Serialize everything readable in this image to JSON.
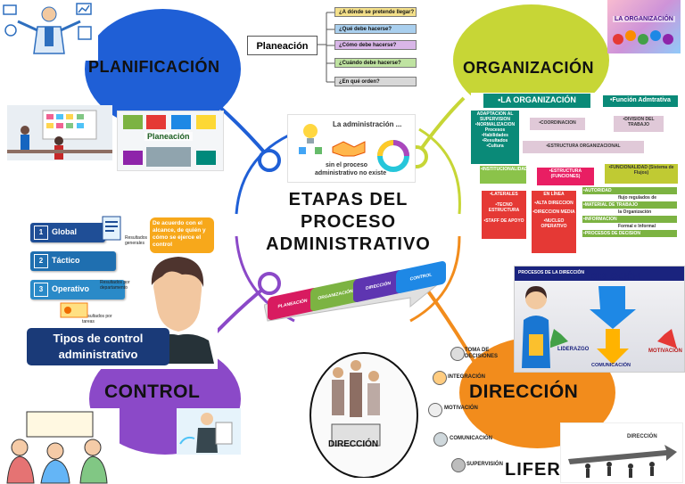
{
  "center": {
    "title_lines": [
      "ETAPAS DEL",
      "PROCESO",
      "ADMINISTRATIVO"
    ],
    "card_title": "La administración ...",
    "card_caption_1": "sin el proceso",
    "card_caption_2": "administrativo no existe"
  },
  "process_steps": [
    "PLANEACIÓN",
    "ORGANIZACIÓN",
    "DIRECCIÓN",
    "CONTROL"
  ],
  "planificacion": {
    "heading": "PLANIFICACIÓN",
    "photo_label": "Planeación"
  },
  "planeacion_tree": {
    "root": "Planeación",
    "questions": [
      "¿A dónde se pretende llegar?",
      "¿Qué debe hacerse?",
      "¿Cómo debe hacerse?",
      "¿Cuándo debe hacerse?",
      "¿En qué orden?"
    ]
  },
  "organizacion": {
    "heading": "ORGANIZACIÓN",
    "badge_text": "LA ORGANIZACIÓN",
    "top_left": "•LA ORGANIZACIÓN",
    "top_right": "•Función Admtrativa",
    "left_list": [
      "ADAPTACION AL",
      "SUPERVISION",
      "•NORMALIZACION",
      "Procesos",
      "•Habilidades",
      "•Resultados",
      "•Cultura"
    ],
    "coordinacion": "•COORDINACION",
    "division": "•DIVISION DEL TRABAJO",
    "estructura": "•ESTRUCTURA ORGANIZACIONAL",
    "institucionalidad": "•INSTITUCIONALIDAD",
    "estructura_funciones": "•ESTRUCTURA (FUNCIONES)",
    "funcionalidad": "•FUNCIONALIDAD (Sistema de Flujos)",
    "red_left": [
      "•LATERALES",
      "•TECNO ESTRUCTURA",
      "•STAFF DE APOYO"
    ],
    "red_mid": [
      "EN LÍNEA",
      "•ALTA DIRECCION",
      "•DIRECCION MEDIA",
      "•NUCLEO OPERATIVO"
    ],
    "right_list": [
      "•AUTORIDAD",
      "flujo regulados de",
      "•MATERIAL DE TRABAJO",
      "la Organización",
      "•INFORMACION",
      "Formal e Informal",
      "•PROCESOS DE DECISION"
    ]
  },
  "control": {
    "heading": "CONTROL",
    "rows": [
      {
        "num": "1",
        "label": "Global",
        "result": "Resultados generales"
      },
      {
        "num": "2",
        "label": "Táctico",
        "result": "Resultados por departamento"
      },
      {
        "num": "3",
        "label": "Operativo",
        "result": "Resultados por tareas"
      }
    ],
    "bubble": "De acuerdo con el alcance, de quién y cómo se ejerce el control",
    "banner_line1": "Tipos de control",
    "banner_line2": "administrativo"
  },
  "direccion": {
    "heading": "DIRECCIÓN",
    "book_label": "DIRECCIÓN",
    "items": [
      "TOMA DE DECISIONES",
      "INTEGRACIÓN",
      "MOTIVACIÓN",
      "COMUNICACIÓN",
      "SUPERVISIÓN"
    ],
    "panel_header": "PROCESOS DE LA DIRECCIÓN",
    "panel_title": "DIRECCIÓN",
    "panel_liderazgo": "LIDERAZGO",
    "panel_comunicacion": "COMUNICACIÓN",
    "panel_motivacion": "MOTIVACIÓN",
    "corner_label": "DIRECCIÓN",
    "lifer": "LIFER"
  },
  "colors": {
    "planificacion": "#1f5fd6",
    "organizacion": "#c7d636",
    "control": "#8b49c8",
    "direccion": "#f28c1c",
    "question_colors": [
      "#f4e08a",
      "#a9cfee",
      "#d9b6e8",
      "#bfe3a1",
      "#d8d8d8"
    ]
  }
}
